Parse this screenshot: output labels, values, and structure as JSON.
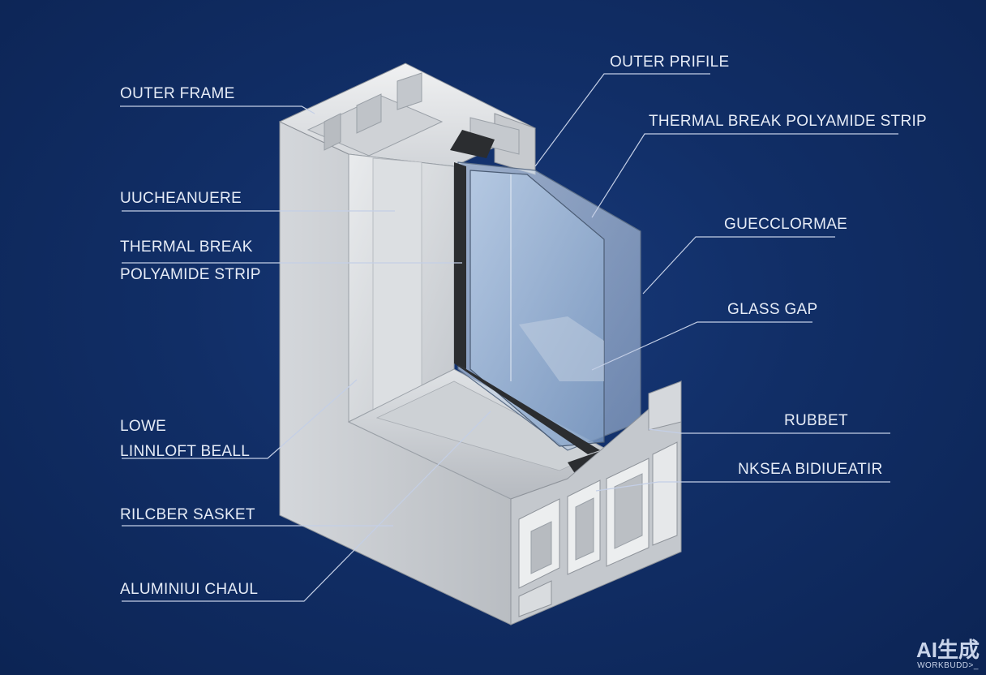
{
  "labels": {
    "outer_frame": "OUTER FRAME",
    "outer_profile": "OUTER PRIFILE",
    "thermal_break_strip_right": "THERMAL BREAK POLYAMIDE STRIP",
    "uuchenauere": "UUCHEANUERE",
    "thermal_break_line1": "THERMAL BREAK",
    "thermal_break_line2": "POLYAMIDE STRIP",
    "gueccl": "GUECCLORMAE",
    "glass_gap": "GLASS GAP",
    "rubbet": "RUBBET",
    "nksea": "NKSEA BIDIUEATIR",
    "lowe_line1": "LOWE",
    "lowe_line2": "LINNLOFT BEALL",
    "rubber_gasket": "RILCBER SASKET",
    "aluminium": "ALUMINIUI CHAUL"
  },
  "watermark": {
    "main": "AI生成",
    "sub": "WORKBUDD>_"
  },
  "colors": {
    "background": "#112e66",
    "leader_line": "#c4cfe6",
    "frame_light": "#e2e4e6",
    "frame_mid": "#c9ccd0",
    "frame_dark": "#a9adb3",
    "glass": "#9fb8d6",
    "gasket": "#2b2d30"
  }
}
